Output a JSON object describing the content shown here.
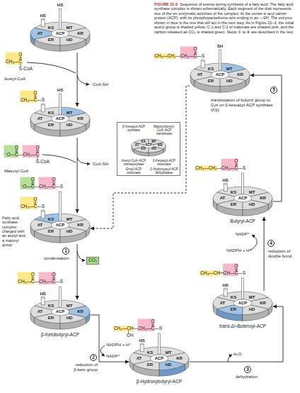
{
  "diagram": {
    "title": "FIGURE 21-5",
    "caption": "Sequence of events during synthesis of a fatty acid. The fatty acid synthase complex is shown schematically. Each segment of the disk represents one of the six enzymatic activities of the complex. At the center is acyl carrier protein (ACP), with its phosphopantetheine arm ending in an —SH. The enzyme shown in blue is the one that will act in the next step. As in Figure 21–3, the initial acetyl group is shaded yellow, C-1 and C-2 of malonate are shaded pink, and the carbon released as CO₂ is shaded green. Steps ① to ④ are described in the text.",
    "nodes": [
      {
        "text": [
          "KS",
          "MT",
          "AT",
          "ACP",
          "KR",
          "ER",
          "HD"
        ]
      },
      {
        "text": [
          "KS",
          "MT",
          "AT",
          "ACP",
          "KR",
          "ER",
          "HD"
        ]
      },
      {
        "text": [
          "KS",
          "MT",
          "AT",
          "ACP",
          "KR",
          "ER",
          "HD"
        ]
      },
      {
        "text": [
          "KS",
          "MT",
          "AT",
          "ACP",
          "KR",
          "ER",
          "HD",
          "β-Ketobutyryl-ACP"
        ]
      },
      {
        "text": [
          "KS",
          "MT",
          "AT",
          "ACP",
          "KR",
          "ER",
          "HD",
          "β-Hydroxybutyryl-ACP"
        ]
      },
      {
        "text": [
          "KS",
          "MT",
          "AT",
          "ACP",
          "KR",
          "ER",
          "HD",
          "trans-Δ²-Butenoyl-ACP"
        ]
      },
      {
        "text": [
          "KS",
          "MT",
          "AT",
          "ACP",
          "KR",
          "ER",
          "HD",
          "Butyryl-ACP"
        ]
      },
      {
        "text": [
          "KS",
          "MT",
          "AT",
          "ACP",
          "KR",
          "ER",
          "HD"
        ]
      },
      {
        "text": [
          "β-Ketoacyl-ACP synthase",
          "Malonyl/acetyl-CoA–ACP transferase",
          "Acetyl-CoA–ACP transacetylase",
          "β-Ketoacyl-ACP reductase",
          "Enoyl-ACP reductase",
          "β-Hydroxyacyl-ACP dehydratase"
        ]
      },
      {
        "text": [
          "KS",
          "MT",
          "AT",
          "ACP",
          "KR",
          "ER",
          "HD"
        ],
        "in": 8
      },
      {
        "text": [
          "CO₂"
        ]
      },
      {
        "text": [
          "1"
        ]
      },
      {
        "text": [
          "2"
        ]
      },
      {
        "text": [
          "3"
        ]
      },
      {
        "text": [
          "4"
        ]
      },
      {
        "text": [
          "5"
        ]
      }
    ],
    "edges": [
      {
        "from": 0,
        "to": 1,
        "arrow": "to"
      },
      {
        "from": 1,
        "to": 2,
        "arrow": "to"
      },
      {
        "from": 2,
        "to": 3,
        "arrow": "to"
      },
      {
        "from": 3,
        "to": 4,
        "arrow": "to"
      },
      {
        "from": 4,
        "to": 5,
        "arrow": "to"
      },
      {
        "from": 5,
        "to": 6,
        "arrow": "to"
      },
      {
        "from": 6,
        "to": 7,
        "arrow": "to"
      },
      {
        "from": 7,
        "to": 2,
        "arrow": "to"
      }
    ],
    "labels": [
      "HS",
      "HS",
      "CH₃—C",
      "O",
      "S-CoA",
      "Acetyl-CoA",
      "CoA-SH",
      "CH₃—C—S",
      "O",
      "HS",
      "⁻O—C—CH₂—C",
      "O",
      "O",
      "S-CoA",
      "Malonyl-CoA",
      "CoA-SH",
      "CH₃—C—S",
      "O",
      "⁻O—C—CH₂—C—S",
      "O",
      "O",
      "Fatty acid synthase complex charged with an acetyl and a malonyl group",
      "condensation",
      "HS",
      "CH₃—C—CH₂—C—S",
      "O",
      "O",
      "NADPH + H⁺",
      "NADP⁺",
      "reduction of β-keto group",
      "HS",
      "CH₃—CH—CH₂—C—S",
      "OH",
      "O",
      "H₂O",
      "dehydration",
      "HS",
      "CH₃—CH═CH—C—S",
      "O",
      "NADPH + H⁺",
      "NADP⁺",
      "reduction of double bond",
      "HS",
      "CH₃—CH₂—CH₂—C—S",
      "O",
      "CH₃—CH₂—CH₂—C—S",
      "O",
      "SH",
      "translocation of butyryl group to Cys on β-ketoacyl-ACP synthase (KS)"
    ]
  }
}
